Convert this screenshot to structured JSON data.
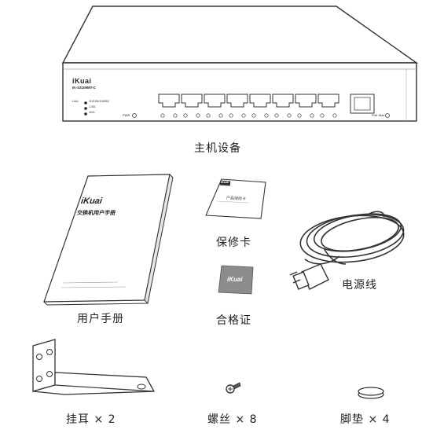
{
  "captions": {
    "main_device": "主机设备",
    "warranty_card": "保修卡",
    "power_cord": "电源线",
    "user_manual": "用户手册",
    "certificate": "合格证",
    "mount_ear": "挂耳 × 2",
    "screw": "螺丝 × 8",
    "foot_pad": "脚垫 × 4"
  },
  "device": {
    "brand": "iKuai",
    "model": "IK-S3109MT-C",
    "led_legend": [
      "Link:",
      "10/100/1000M",
      "1.5G",
      "10G"
    ],
    "pwr_label": "PWR",
    "poe_label": "PoE Max",
    "port_count": 8
  },
  "manual": {
    "brand": "iKuai",
    "title": "交换机用户手册"
  },
  "warranty": {
    "logo": "iKuai",
    "title": "产品保修卡"
  },
  "certificate_logo": "iKuai"
}
